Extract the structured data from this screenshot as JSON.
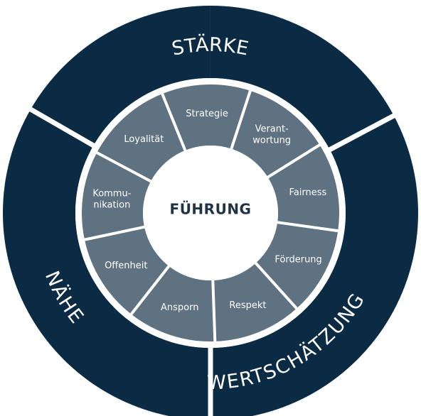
{
  "center": {
    "label": "FÜHRUNG"
  },
  "outer_ring": [
    {
      "label": "STÄRKE"
    },
    {
      "label": "WERTSCHÄTZUNG"
    },
    {
      "label": "NÄHE"
    }
  ],
  "inner_ring": [
    {
      "label": "Strategie"
    },
    {
      "label": "Verant-\nwortung"
    },
    {
      "label": "Fairness"
    },
    {
      "label": "Förderung"
    },
    {
      "label": "Respekt"
    },
    {
      "label": "Ansporn"
    },
    {
      "label": "Offenheit"
    },
    {
      "label": "Kommu-\nnikation"
    },
    {
      "label": "Loyalität"
    }
  ],
  "colors": {
    "outer_ring": "#0b2a44",
    "inner_ring": "#5f7282",
    "center": "#ffffff",
    "separator": "#ffffff",
    "center_text": "#1f3447"
  }
}
